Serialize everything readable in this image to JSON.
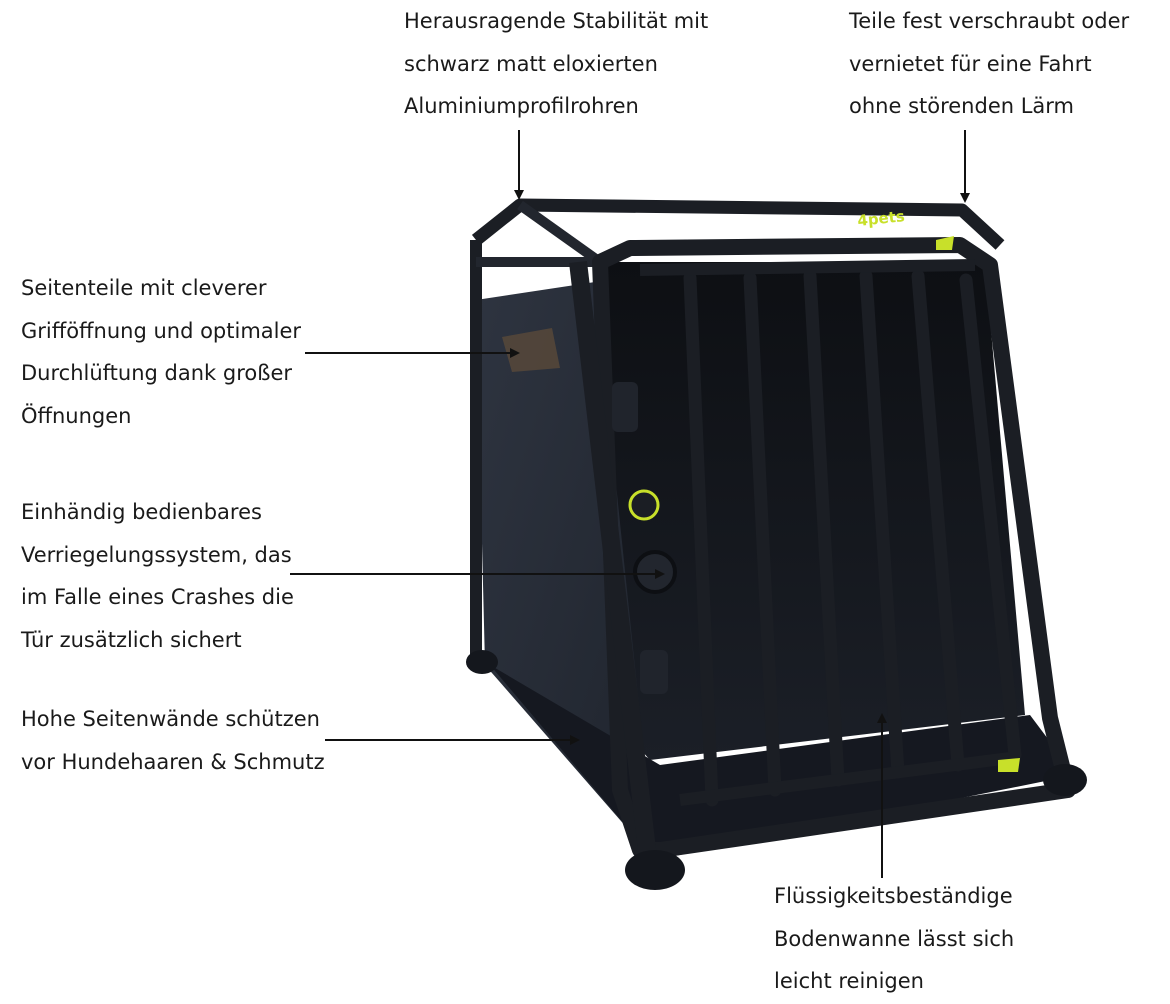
{
  "callouts": {
    "top_left": [
      "Herausragende Stabilität mit",
      "schwarz matt eloxierten",
      "Aluminiumprofilrohren"
    ],
    "top_right": [
      "Teile fest verschraubt oder",
      "vernietet für eine Fahrt",
      "ohne störenden Lärm"
    ],
    "left_1": [
      "Seitenteile mit cleverer",
      "Grifföffnung und optimaler",
      "Durchlüftung dank großer",
      "Öffnungen"
    ],
    "left_2": [
      "Einhändig bedienbares",
      "Verriegelungssystem, das",
      "im Falle eines Crashes die",
      "Tür zusätzlich sichert"
    ],
    "left_3": [
      "Hohe Seitenwände schützen",
      "vor Hundehaaren & Schmutz"
    ],
    "bottom": [
      "Flüssigkeitsbeständige",
      "Bodenwanne lässt sich",
      "leicht reinigen"
    ]
  },
  "product": {
    "logo_text": "4pets",
    "colors": {
      "frame": "#1b1e24",
      "panel": "#262b35",
      "accent": "#c8e02a",
      "line": "#111111"
    }
  }
}
